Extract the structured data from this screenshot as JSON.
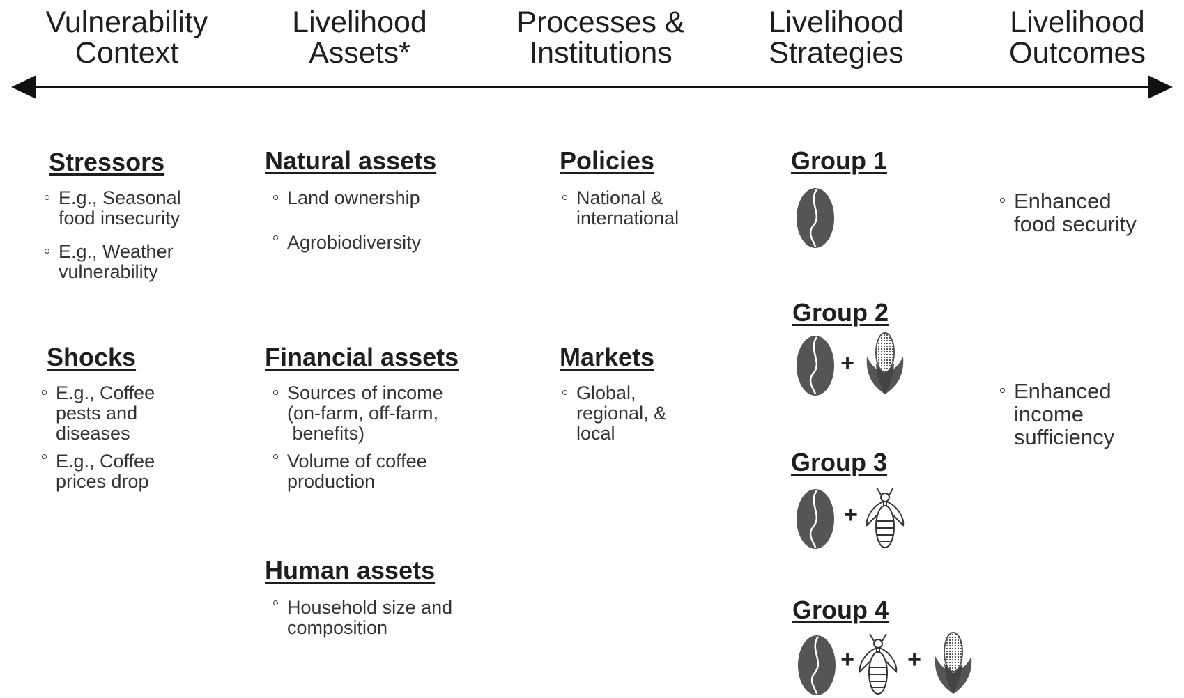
{
  "axis": {
    "columns": [
      {
        "line1": "Vulnerability",
        "line2": "Context"
      },
      {
        "line1": "Livelihood",
        "line2": "Assets*"
      },
      {
        "line1": "Processes &",
        "line2": "Institutions"
      },
      {
        "line1": "Livelihood",
        "line2": "Strategies"
      },
      {
        "line1": "Livelihood",
        "line2": "Outcomes"
      }
    ]
  },
  "vulnerability": {
    "stressors": {
      "title": "Stressors",
      "items": [
        {
          "lines": [
            "E.g., Seasonal",
            "food insecurity"
          ]
        },
        {
          "lines": [
            "E.g., Weather",
            "vulnerability"
          ]
        }
      ]
    },
    "shocks": {
      "title": "Shocks",
      "items": [
        {
          "lines": [
            "E.g., Coffee",
            "pests and",
            "diseases"
          ]
        },
        {
          "lines": [
            "E.g., Coffee",
            "prices drop"
          ]
        }
      ]
    }
  },
  "assets": {
    "natural": {
      "title": "Natural assets",
      "items": [
        {
          "lines": [
            "Land ownership"
          ]
        },
        {
          "lines": [
            "Agrobiodiversity"
          ]
        }
      ]
    },
    "financial": {
      "title": "Financial assets",
      "items": [
        {
          "lines": [
            "Sources of income",
            "(on-farm, off-farm,",
            " benefits)"
          ]
        },
        {
          "lines": [
            "Volume of coffee",
            "production"
          ]
        }
      ]
    },
    "human": {
      "title": "Human assets",
      "items": [
        {
          "lines": [
            "Household size and",
            "composition"
          ]
        }
      ]
    }
  },
  "institutions": {
    "policies": {
      "title": "Policies",
      "items": [
        {
          "lines": [
            "National &",
            "international"
          ]
        }
      ]
    },
    "markets": {
      "title": "Markets",
      "items": [
        {
          "lines": [
            "Global,",
            "regional, &",
            "local"
          ]
        }
      ]
    }
  },
  "strategies": {
    "groups": [
      {
        "title": "Group 1",
        "icons": [
          "coffee-bean-icon"
        ]
      },
      {
        "title": "Group 2",
        "icons": [
          "coffee-bean-icon",
          "maize-icon"
        ]
      },
      {
        "title": "Group 3",
        "icons": [
          "coffee-bean-icon",
          "bee-icon"
        ]
      },
      {
        "title": "Group 4",
        "icons": [
          "coffee-bean-icon",
          "bee-icon",
          "maize-icon"
        ]
      }
    ],
    "plus_sign": "+"
  },
  "outcomes": {
    "items": [
      {
        "lines": [
          "Enhanced",
          "food security"
        ]
      },
      {
        "lines": [
          "Enhanced",
          "income",
          "sufficiency"
        ]
      }
    ]
  },
  "colors": {
    "text": "#2a2a2a",
    "icon_fill": "#555555",
    "axis": "#111111"
  }
}
